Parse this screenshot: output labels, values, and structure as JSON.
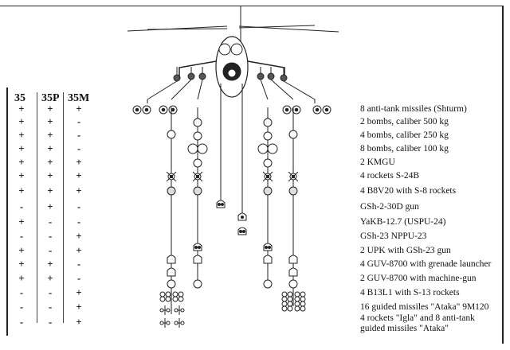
{
  "table": {
    "headers": [
      "35",
      "35P",
      "35M"
    ],
    "rows": [
      [
        "+",
        "+",
        "+"
      ],
      [
        "+",
        "+",
        "-"
      ],
      [
        "+",
        "+",
        "-"
      ],
      [
        "+",
        "+",
        "-"
      ],
      [
        "+",
        "+",
        "+"
      ],
      [
        "+",
        "+",
        "+"
      ],
      [
        "+",
        "+",
        "+"
      ],
      [
        "-",
        "+",
        "-"
      ],
      [
        "+",
        "-",
        "-"
      ],
      [
        "-",
        "-",
        "+"
      ],
      [
        "+",
        "-",
        "+"
      ],
      [
        "+",
        "+",
        "-"
      ],
      [
        "+",
        "+",
        "-"
      ],
      [
        "-",
        "-",
        "+"
      ],
      [
        "-",
        "-",
        "+"
      ],
      [
        "-",
        "-",
        "+"
      ]
    ]
  },
  "weapons": [
    "8 anti-tank missiles (Shturm)",
    "2 bombs, caliber 500 kg",
    "4 bombs, caliber 250 kg",
    "8 bombs, caliber 100 kg",
    "2 KMGU",
    "4 rockets S-24B",
    "4 B8V20 with S-8 rockets",
    "GSh-2-30D gun",
    "YaKB-12.7 (USPU-24)",
    "GSh-23 NPPU-23",
    "2 UPK with GSh-23 gun",
    "4 GUV-8700 with grenade launcher",
    "2 GUV-8700 with machine-gun",
    "4 B13L1 with S-13 rockets",
    "16 guided missiles \"Ataka\" 9M120",
    "4 rockets \"Igla\" and 8 anti-tank guided missiles \"Ataka\""
  ]
}
